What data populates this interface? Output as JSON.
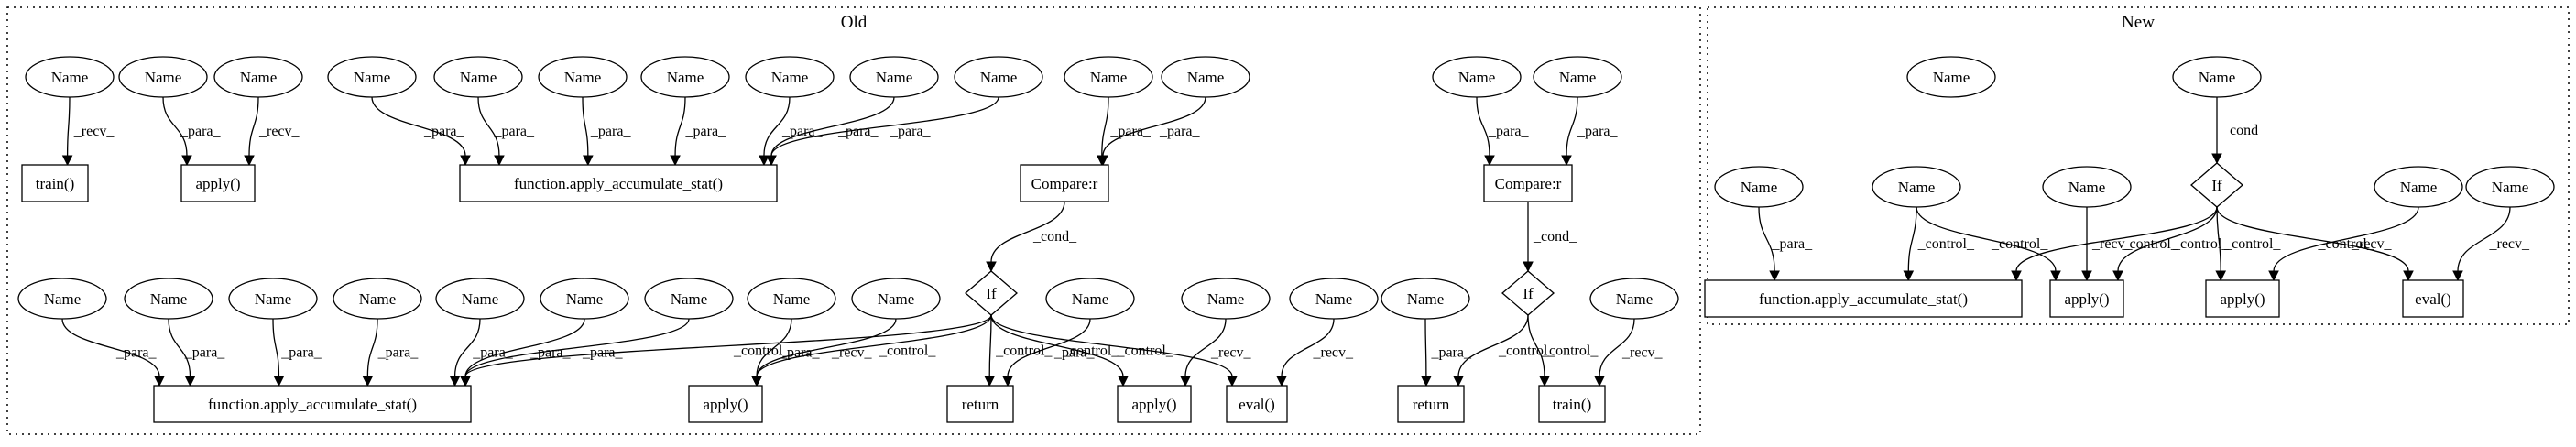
{
  "clusters": [
    {
      "id": "old",
      "title": "Old"
    },
    {
      "id": "new",
      "title": "New"
    }
  ],
  "nodes": [
    {
      "id": "o_n1",
      "label": "Name"
    },
    {
      "id": "o_n2",
      "label": "Name"
    },
    {
      "id": "o_n3",
      "label": "Name"
    },
    {
      "id": "o_n4",
      "label": "Name"
    },
    {
      "id": "o_n5",
      "label": "Name"
    },
    {
      "id": "o_n6",
      "label": "Name"
    },
    {
      "id": "o_n7",
      "label": "Name"
    },
    {
      "id": "o_n8",
      "label": "Name"
    },
    {
      "id": "o_n9",
      "label": "Name"
    },
    {
      "id": "o_n10",
      "label": "Name"
    },
    {
      "id": "o_n11",
      "label": "Name"
    },
    {
      "id": "o_n12",
      "label": "Name"
    },
    {
      "id": "o_n13",
      "label": "Name"
    },
    {
      "id": "o_n14",
      "label": "Name"
    },
    {
      "id": "o_n15",
      "label": "Name"
    },
    {
      "id": "o_train1",
      "label": "train()"
    },
    {
      "id": "o_apply1",
      "label": "apply()"
    },
    {
      "id": "o_faas1",
      "label": "function.apply_accumulate_stat()"
    },
    {
      "id": "o_cmp1",
      "label": "Compare:r"
    },
    {
      "id": "o_cmp2",
      "label": "Compare:r"
    },
    {
      "id": "o_if1",
      "label": "If"
    },
    {
      "id": "o_if2",
      "label": "If"
    },
    {
      "id": "o_b1",
      "label": "Name"
    },
    {
      "id": "o_b2",
      "label": "Name"
    },
    {
      "id": "o_b3",
      "label": "Name"
    },
    {
      "id": "o_b4",
      "label": "Name"
    },
    {
      "id": "o_b5",
      "label": "Name"
    },
    {
      "id": "o_b6",
      "label": "Name"
    },
    {
      "id": "o_b7",
      "label": "Name"
    },
    {
      "id": "o_b8",
      "label": "Name"
    },
    {
      "id": "o_b9",
      "label": "Name"
    },
    {
      "id": "o_b10",
      "label": "Name"
    },
    {
      "id": "o_b11",
      "label": "Name"
    },
    {
      "id": "o_b12",
      "label": "Name"
    },
    {
      "id": "o_b13",
      "label": "Name"
    },
    {
      "id": "o_b14",
      "label": "Name"
    },
    {
      "id": "o_faas2",
      "label": "function.apply_accumulate_stat()"
    },
    {
      "id": "o_apply2",
      "label": "apply()"
    },
    {
      "id": "o_return1",
      "label": "return"
    },
    {
      "id": "o_apply3",
      "label": "apply()"
    },
    {
      "id": "o_eval1",
      "label": "eval()"
    },
    {
      "id": "o_return2",
      "label": "return"
    },
    {
      "id": "o_train2",
      "label": "train()"
    },
    {
      "id": "n_n1",
      "label": "Name"
    },
    {
      "id": "n_n2",
      "label": "Name"
    },
    {
      "id": "n_if",
      "label": "If"
    },
    {
      "id": "n_n3",
      "label": "Name"
    },
    {
      "id": "n_n4",
      "label": "Name"
    },
    {
      "id": "n_n5",
      "label": "Name"
    },
    {
      "id": "n_n6",
      "label": "Name"
    },
    {
      "id": "n_n7",
      "label": "Name"
    },
    {
      "id": "n_faas",
      "label": "function.apply_accumulate_stat()"
    },
    {
      "id": "n_apply1",
      "label": "apply()"
    },
    {
      "id": "n_apply2",
      "label": "apply()"
    },
    {
      "id": "n_eval",
      "label": "eval()"
    }
  ],
  "edges": [
    {
      "from": "o_n1",
      "to": "o_train1",
      "label": "_recv_"
    },
    {
      "from": "o_n2",
      "to": "o_apply1",
      "label": "_para_"
    },
    {
      "from": "o_n3",
      "to": "o_apply1",
      "label": "_recv_"
    },
    {
      "from": "o_n4",
      "to": "o_faas1",
      "label": "_para_"
    },
    {
      "from": "o_n5",
      "to": "o_faas1",
      "label": "_para_"
    },
    {
      "from": "o_n6",
      "to": "o_faas1",
      "label": "_para_"
    },
    {
      "from": "o_n7",
      "to": "o_faas1",
      "label": "_para_"
    },
    {
      "from": "o_n8",
      "to": "o_faas1",
      "label": "_para_"
    },
    {
      "from": "o_n9",
      "to": "o_faas1",
      "label": "_para_"
    },
    {
      "from": "o_n10",
      "to": "o_faas1",
      "label": "_para_"
    },
    {
      "from": "o_n11",
      "to": "o_cmp1",
      "label": "_para_"
    },
    {
      "from": "o_n12",
      "to": "o_cmp1",
      "label": "_para_"
    },
    {
      "from": "o_n13",
      "to": "o_cmp2",
      "label": "_para_"
    },
    {
      "from": "o_n14",
      "to": "o_cmp2",
      "label": "_para_"
    },
    {
      "from": "o_cmp1",
      "to": "o_if1",
      "label": "_cond_"
    },
    {
      "from": "o_cmp2",
      "to": "o_if2",
      "label": "_cond_"
    },
    {
      "from": "o_b1",
      "to": "o_faas2",
      "label": "_para_"
    },
    {
      "from": "o_b2",
      "to": "o_faas2",
      "label": "_para_"
    },
    {
      "from": "o_b3",
      "to": "o_faas2",
      "label": "_para_"
    },
    {
      "from": "o_b4",
      "to": "o_faas2",
      "label": "_para_"
    },
    {
      "from": "o_b5",
      "to": "o_faas2",
      "label": "_para_"
    },
    {
      "from": "o_b6",
      "to": "o_faas2",
      "label": "_para_"
    },
    {
      "from": "o_b7",
      "to": "o_faas2",
      "label": "_para_"
    },
    {
      "from": "o_if1",
      "to": "o_faas2",
      "label": "_control_"
    },
    {
      "from": "o_b8",
      "to": "o_apply2",
      "label": "_para_"
    },
    {
      "from": "o_b9",
      "to": "o_apply2",
      "label": "_recv_"
    },
    {
      "from": "o_if1",
      "to": "o_apply2",
      "label": "_control_"
    },
    {
      "from": "o_if1",
      "to": "o_return1",
      "label": "_control_"
    },
    {
      "from": "o_b10",
      "to": "o_return1",
      "label": "_para_"
    },
    {
      "from": "o_if1",
      "to": "o_apply3",
      "label": "_control_"
    },
    {
      "from": "o_b11",
      "to": "o_apply3",
      "label": "_recv_"
    },
    {
      "from": "o_if1",
      "to": "o_eval1",
      "label": "_control_"
    },
    {
      "from": "o_b12",
      "to": "o_eval1",
      "label": "_recv_"
    },
    {
      "from": "o_b13",
      "to": "o_return2",
      "label": "_para_"
    },
    {
      "from": "o_if2",
      "to": "o_return2",
      "label": "_control_"
    },
    {
      "from": "o_if2",
      "to": "o_train2",
      "label": "_control_"
    },
    {
      "from": "o_b14",
      "to": "o_train2",
      "label": "_recv_"
    },
    {
      "from": "n_n2",
      "to": "n_if",
      "label": "_cond_"
    },
    {
      "from": "n_n3",
      "to": "n_faas",
      "label": "_para_"
    },
    {
      "from": "n_n4",
      "to": "n_faas",
      "label": "_control_"
    },
    {
      "from": "n_if",
      "to": "n_faas",
      "label": "_control_"
    },
    {
      "from": "n_n4",
      "to": "n_apply1",
      "label": "_control_"
    },
    {
      "from": "n_n5",
      "to": "n_apply1",
      "label": "_recv_"
    },
    {
      "from": "n_if",
      "to": "n_apply1",
      "label": "_control_"
    },
    {
      "from": "n_if",
      "to": "n_apply2",
      "label": "_control_"
    },
    {
      "from": "n_n6",
      "to": "n_apply2",
      "label": "_recv_"
    },
    {
      "from": "n_if",
      "to": "n_eval",
      "label": "_control_"
    },
    {
      "from": "n_n7",
      "to": "n_eval",
      "label": "_recv_"
    }
  ]
}
